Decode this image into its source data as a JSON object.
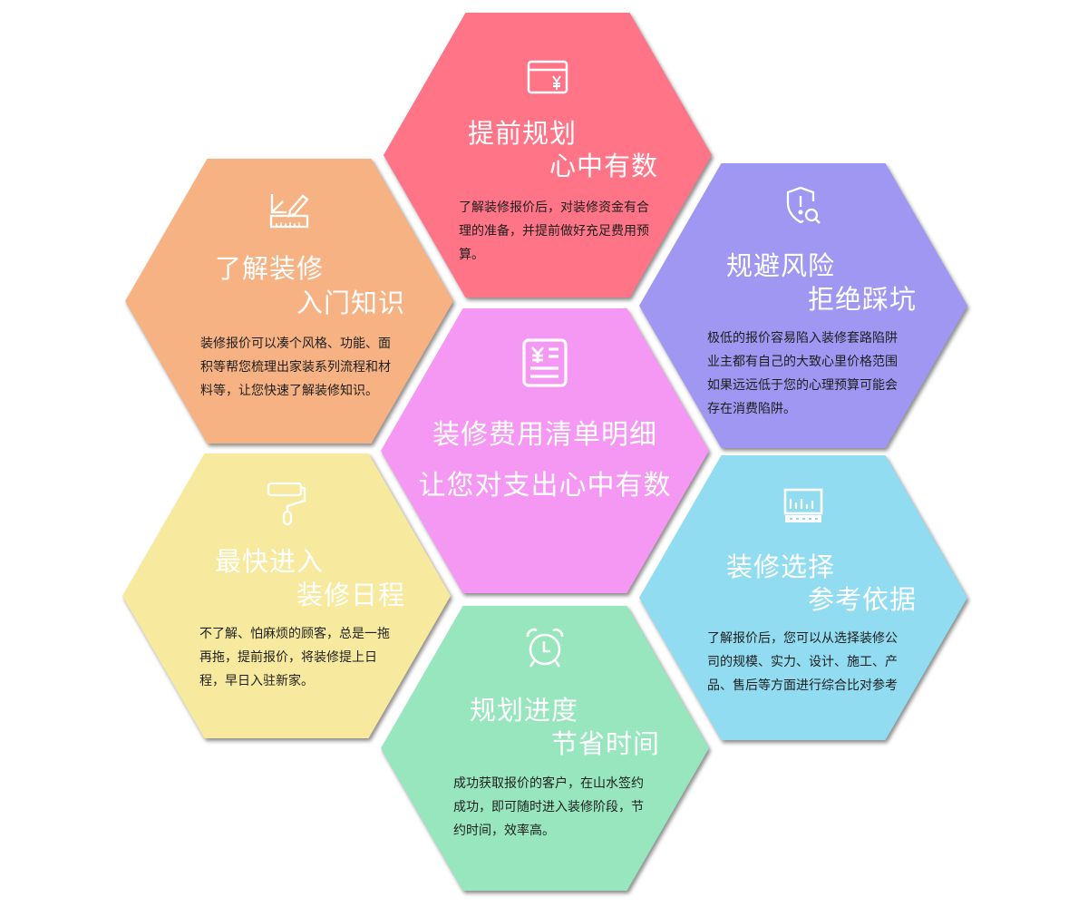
{
  "colors": {
    "top": "#ff7487",
    "left_top": "#f6b283",
    "right_top": "#9f97f2",
    "center": "#f598f3",
    "left_bottom": "#f7ea9f",
    "right_bottom": "#91dcf0",
    "bottom": "#97e6bd"
  },
  "center": {
    "icon": "price-list-icon",
    "line1": "装修费用清单明细",
    "line2": "让您对支出心中有数"
  },
  "cards": [
    {
      "id": "top",
      "icon": "yuan-card-icon",
      "title_line1": "提前规划",
      "title_line2": "心中有数",
      "description": "了解装修报价后，对装修资金有合理的准备，并提前做好充足费用预算。"
    },
    {
      "id": "left_top",
      "icon": "ruler-pencil-icon",
      "title_line1": "了解装修",
      "title_line2": "入门知识",
      "description": "装修报价可以凑个风格、功能、面积等帮您梳理出家装系列流程和材料等，让您快速了解装修知识。"
    },
    {
      "id": "right_top",
      "icon": "shield-alert-search-icon",
      "title_line1": "规避风险",
      "title_line2": "拒绝踩坑",
      "description": "极低的报价容易陷入装修套路陷阱业主都有自己的大致心里价格范围如果远远低于您的心理预算可能会存在消费陷阱。"
    },
    {
      "id": "left_bottom",
      "icon": "paint-roller-icon",
      "title_line1": "最快进入",
      "title_line2": "装修日程",
      "description": "不了解、怕麻烦的顾客，总是一拖再拖，提前报价，将装修提上日程，早日入驻新家。"
    },
    {
      "id": "right_bottom",
      "icon": "bar-chart-board-icon",
      "title_line1": "装修选择",
      "title_line2": "参考依据",
      "description": "了解报价后，您可以从选择装修公司的规模、实力、设计、施工、产品、售后等方面进行综合比对参考"
    },
    {
      "id": "bottom",
      "icon": "alarm-clock-icon",
      "title_line1": "规划进度",
      "title_line2": "节省时间",
      "description": "成功获取报价的客户，在山水签约成功，即可随时进入装修阶段，节约时间，效率高。"
    }
  ]
}
